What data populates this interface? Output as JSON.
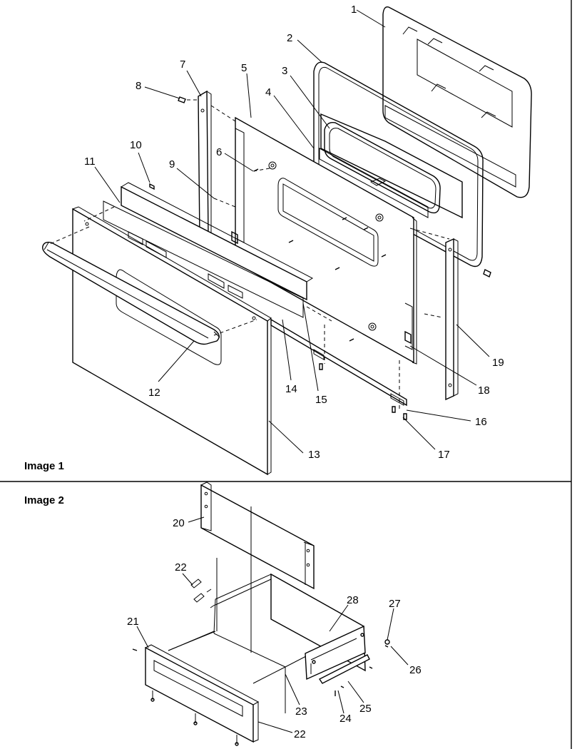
{
  "panels": {
    "image1_label": "Image 1",
    "image2_label": "Image 2"
  },
  "parts_image1": [
    "1",
    "2",
    "3",
    "4",
    "5",
    "6",
    "7",
    "8",
    "9",
    "10",
    "11",
    "12",
    "13",
    "14",
    "15",
    "16",
    "17",
    "18",
    "19"
  ],
  "parts_image2": [
    "20",
    "22",
    "21",
    "28",
    "27",
    "26",
    "23",
    "25",
    "24",
    "22"
  ]
}
